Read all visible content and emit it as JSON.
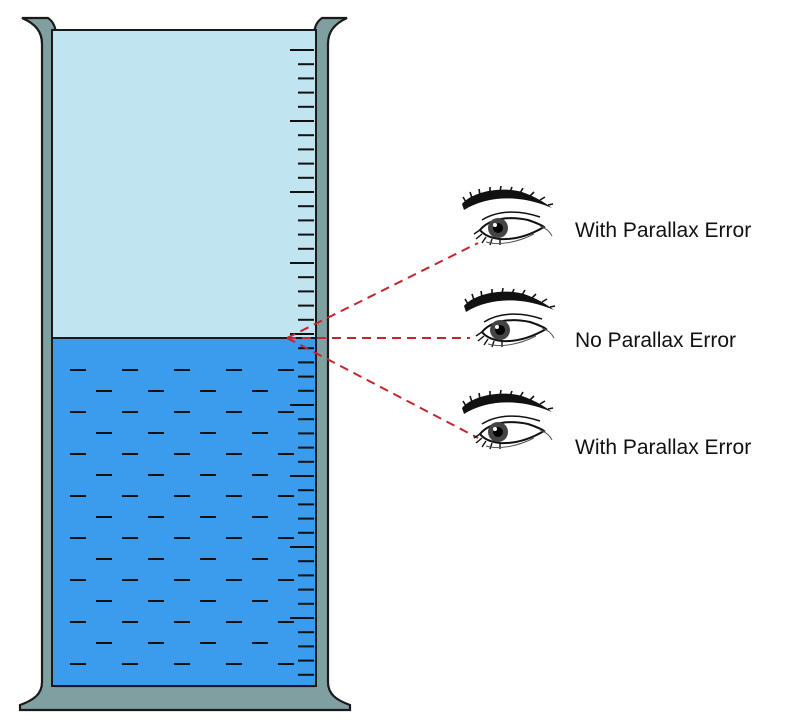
{
  "labels": {
    "top_eye": "With Parallax Error",
    "middle_eye": "No Parallax Error",
    "bottom_eye": "With Parallax Error"
  },
  "colors": {
    "cylinder_wall": "#7f9fa0",
    "cylinder_outline": "#1a1a1a",
    "air": "#c0e5f1",
    "liquid": "#3b9bec",
    "graduation": "#111111",
    "sight_line": "#c1272d"
  },
  "icons": {
    "eye": "eye-with-eyebrow-icon"
  }
}
